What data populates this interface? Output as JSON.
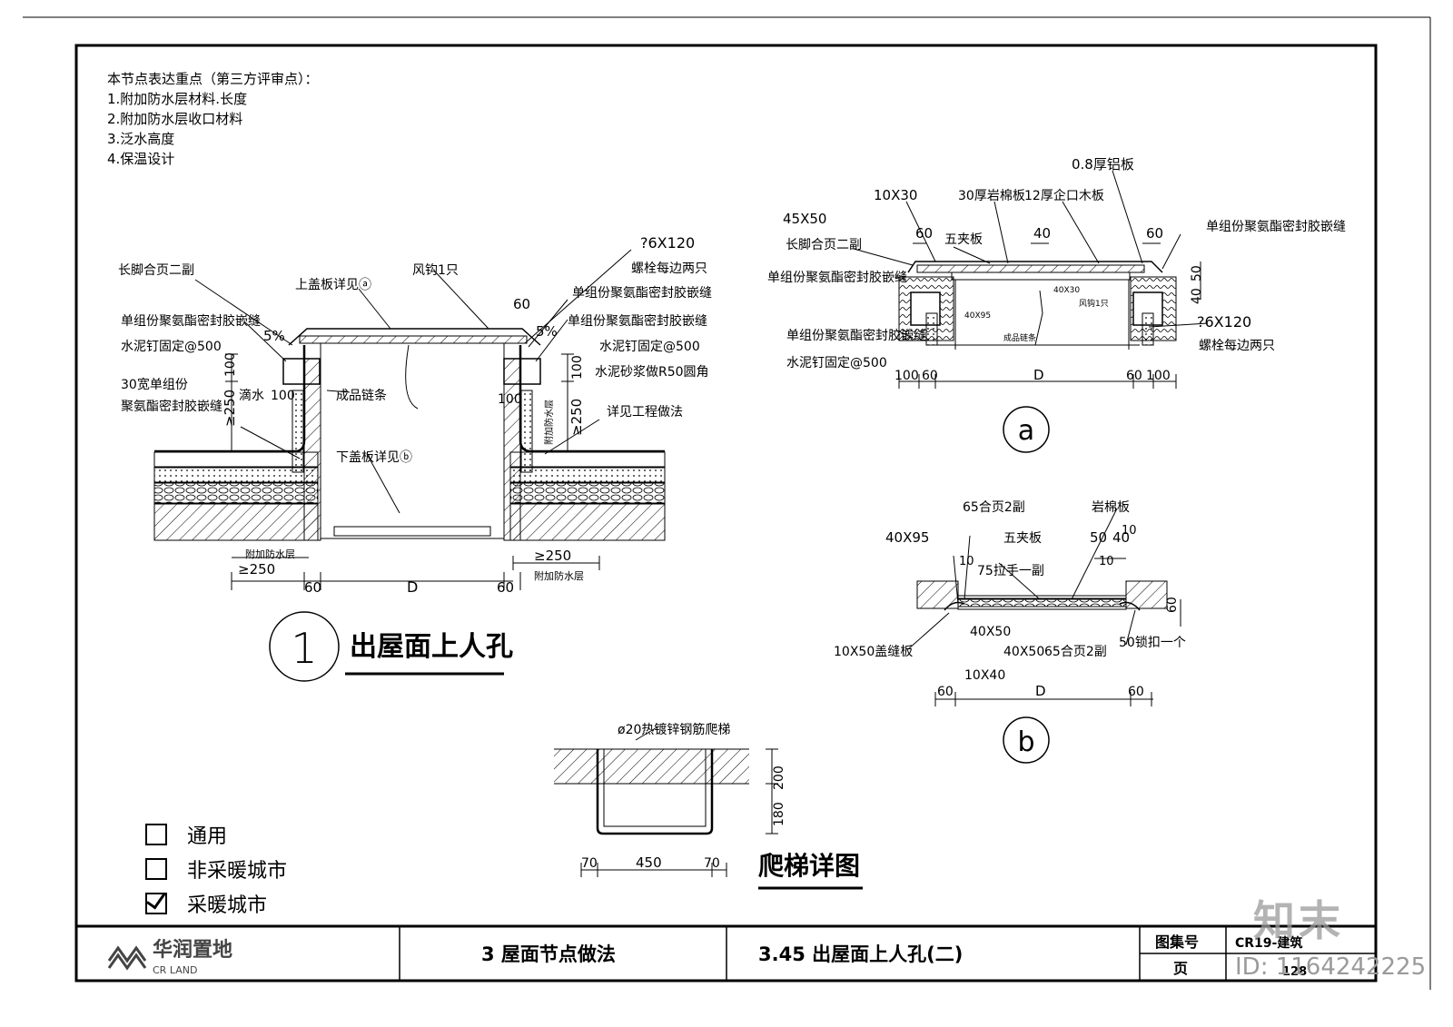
{
  "notes": {
    "title": "本节点表达重点（第三方评审点）：",
    "items": [
      "1.附加防水层材料.长度",
      "2.附加防水层收口材料",
      "3.泛水高度",
      "4.保温设计"
    ]
  },
  "detail1": {
    "number": "1",
    "title": "出屋面上人孔",
    "labels": {
      "hinge": "长脚合页二副",
      "cover_up": "上盖板详见ⓐ",
      "hook": "风钩1只",
      "bolt_size": "?6X120",
      "bolt": "螺栓每边两只",
      "sealant_l": "单组份聚氨酯密封胶嵌缝",
      "sealant_r1": "单组份聚氨酯密封胶嵌缝",
      "sealant_r2": "单组份聚氨酯密封胶嵌缝",
      "nail_l": "水泥钉固定@500",
      "nail_r": "水泥钉固定@500",
      "slope_l": "5%",
      "slope_r": "5%",
      "d60": "60",
      "sealant30a": "30宽单组份",
      "sealant30b": "聚氨酯密封胶嵌缝",
      "drip": "滴水",
      "chain": "成品链条",
      "mortar": "水泥砂浆做R50圆角",
      "see_eng": "详见工程做法",
      "cover_down": "下盖板详见ⓑ",
      "dim250_l": "≥250",
      "dim250_r": "≥250",
      "dim100_l": "100",
      "dim100_r": "100",
      "dim_bot250_l": "≥250",
      "dim_bot250_r": "≥250",
      "add_layer_l": "附加防水层",
      "add_layer_r": "附加防水层",
      "add_layer_v": "附加防水层",
      "bot60_l": "60",
      "bot_d": "D",
      "bot60_r": "60",
      "leak": "100",
      "side100": "100"
    }
  },
  "detailA": {
    "mark": "a",
    "labels": {
      "alu": "0.8厚铝板",
      "d10x30": "10X30",
      "rock": "30厚岩棉板",
      "wood": "12厚企口木板",
      "d45x50": "45X50",
      "d60l": "60",
      "d40": "40",
      "d60r": "60",
      "hinge": "长脚合页二副",
      "five": "五夹板",
      "sealant_tr": "单组份聚氨酯密封胶嵌缝",
      "sealant_l1": "单组份聚氨酯密封胶嵌缝",
      "sealant_l2": "单组份聚氨酯密封胶嵌缝",
      "nail": "水泥钉固定@500",
      "d50": "50",
      "d40v": "40",
      "bolt_size": "?6X120",
      "bolt": "螺栓每边两只",
      "d40x95": "40X95",
      "d40x30": "40X30",
      "hook": "风钩1只",
      "chain": "成品链条",
      "b100l": "100",
      "b60l": "60",
      "bd": "D",
      "b60r": "60",
      "b100r": "100"
    }
  },
  "detailB": {
    "mark": "b",
    "labels": {
      "hinge65": "65合页2副",
      "rock": "岩棉板",
      "d40x95": "40X95",
      "five": "五夹板",
      "d50": "50",
      "d40": "40",
      "d10a": "10",
      "d10b": "10",
      "d10c": "10",
      "handle": "75拉手一副",
      "d60v": "60",
      "d40x50": "40X50",
      "cover_strip": "10X50盖缝板",
      "d40x50b": "40X50",
      "hinge65b": "65合页2副",
      "lock": "50锁扣一个",
      "d10x40": "10X40",
      "b60l": "60",
      "bd": "D",
      "b60r": "60"
    }
  },
  "ladder": {
    "title": "爬梯详图",
    "rebar": "ø20热镀锌钢筋爬梯",
    "d200": "200",
    "d180": "180",
    "d70l": "70",
    "d450": "450",
    "d70r": "70"
  },
  "legend": {
    "items": [
      {
        "label": "通用",
        "checked": false
      },
      {
        "label": "非采暖城市",
        "checked": false
      },
      {
        "label": "采暖城市",
        "checked": true
      }
    ]
  },
  "titleblock": {
    "logo_cn": "华润置地",
    "logo_en": "CR LAND",
    "section": "3 屋面节点做法",
    "drawing": "3.45 出屋面上人孔(二)",
    "atlas_label": "图集号",
    "atlas_value": "CR19-建筑",
    "page_label": "页",
    "page_value": "128"
  },
  "watermark": {
    "brand": "知末",
    "id": "ID: 1164242225"
  }
}
